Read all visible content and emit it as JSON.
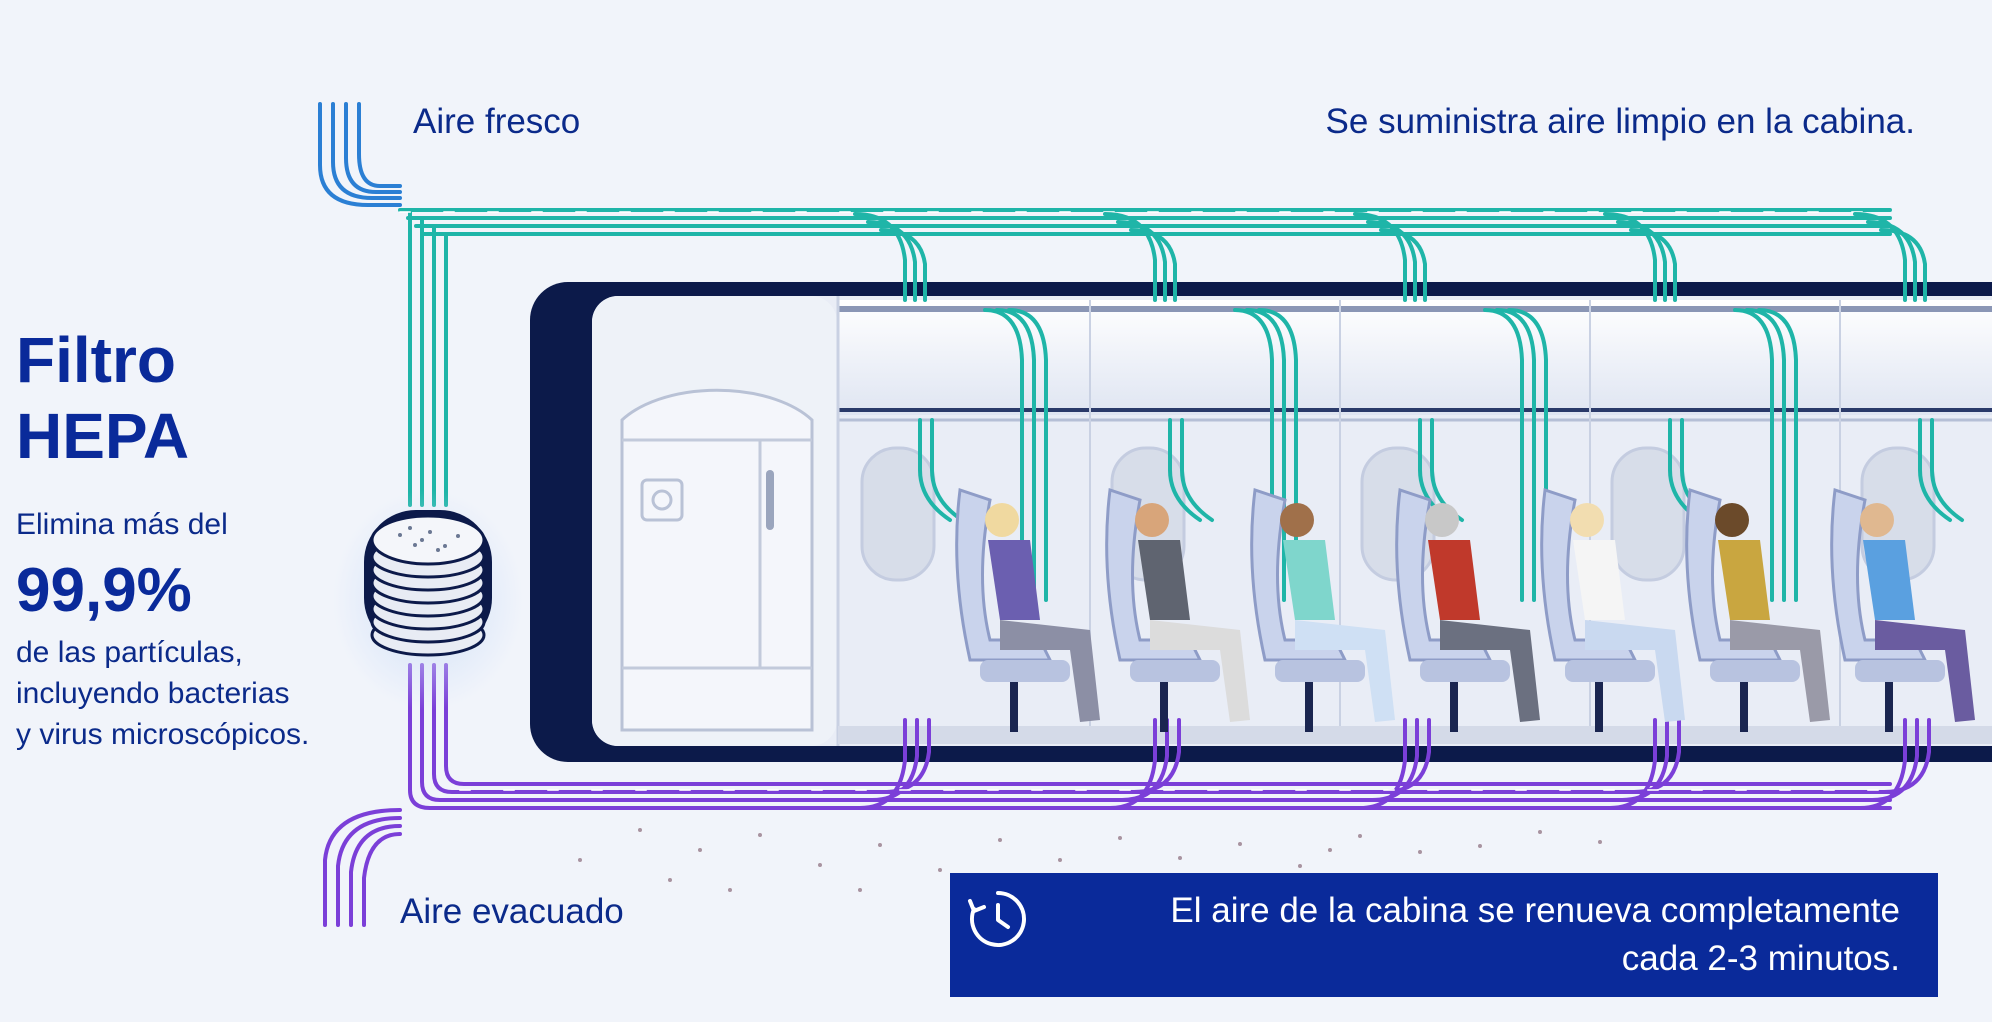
{
  "labels": {
    "fresh_air": "Aire fresco",
    "clean_air_supply": "Se suministra aire limpio en la cabina.",
    "exhaust_air": "Aire evacuado"
  },
  "filter": {
    "title_line1": "Filtro",
    "title_line2": "HEPA",
    "intro": "Elimina más del",
    "percent": "99,9%",
    "line1": "de las partículas,",
    "line2": "incluyendo bacterias",
    "line3": "y virus microscópicos."
  },
  "banner": {
    "icon": "clock-refresh-icon",
    "line1": "El aire de la cabina se renueva completamente",
    "line2": "cada 2-3 minutos."
  },
  "colors": {
    "brand_blue": "#0a2a9a",
    "fresh_air_teal": "#1fb5a8",
    "exhaust_purple": "#7b3fd8",
    "fuselage_navy": "#0c1a4a"
  }
}
